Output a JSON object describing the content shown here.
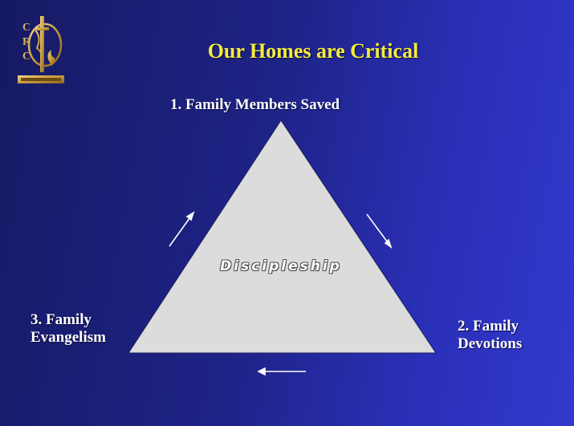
{
  "slide": {
    "title": "Our Homes are Critical",
    "logo": {
      "icon": "crc-cross-globe-logo",
      "letters": [
        "C",
        "R",
        "C"
      ]
    },
    "steps": [
      {
        "label": "1.  Family Members Saved"
      },
      {
        "label": "2.  Family Devotions"
      },
      {
        "label": "3.  Family Evangelism"
      }
    ],
    "center_label": "Discipleship",
    "colors": {
      "background_start": "#161a63",
      "background_end": "#3238cc",
      "title": "#f4ec3c",
      "triangle": "#dcdcdc",
      "text": "#ffffff"
    }
  }
}
